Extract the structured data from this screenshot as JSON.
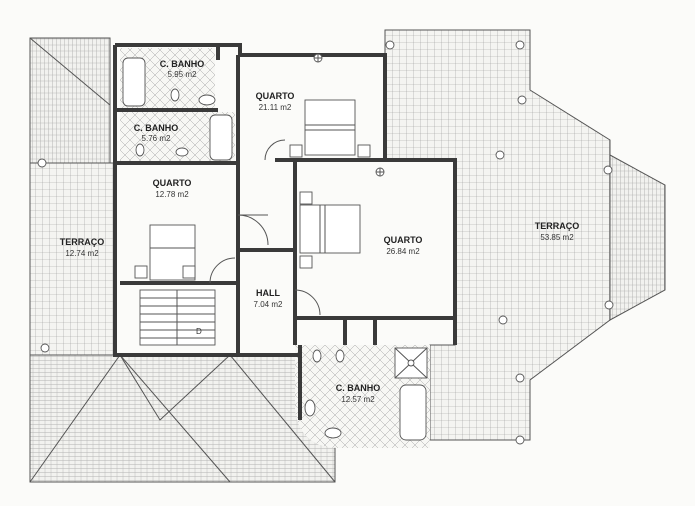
{
  "rooms": [
    {
      "name": "C. BANHO",
      "area": "5.95 m2"
    },
    {
      "name": "QUARTO",
      "area": "21.11 m2"
    },
    {
      "name": "C. BANHO",
      "area": "5.76 m2"
    },
    {
      "name": "QUARTO",
      "area": "12.78 m2"
    },
    {
      "name": "TERRAÇO",
      "area": "12.74 m2"
    },
    {
      "name": "QUARTO",
      "area": "26.84 m2"
    },
    {
      "name": "TERRAÇO",
      "area": "53.85 m2"
    },
    {
      "name": "HALL",
      "area": "7.04 m2"
    },
    {
      "name": "C. BANHO",
      "area": "12.57 m2"
    }
  ],
  "stair_label": "D",
  "colors": {
    "wall": "#3a3a3a",
    "tile": "#9a9a9a",
    "roof": "#8a8a8a",
    "paper": "#fbfbf9"
  }
}
